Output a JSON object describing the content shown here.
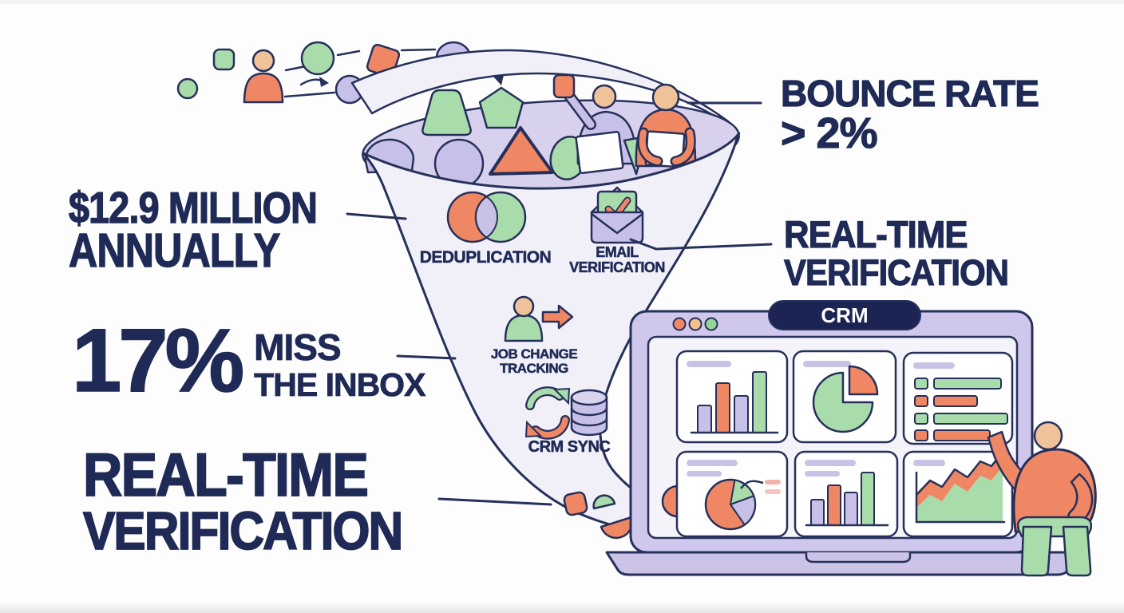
{
  "colors": {
    "navy": "#1f2a56",
    "orange": "#f08764",
    "green": "#a9dcab",
    "purple": "#c7c0e8",
    "tan": "#f0c29a",
    "funnel_fill": "#f1f0f9",
    "laptop_frame": "#cfc8ec",
    "badge_navy": "#1b2452"
  },
  "stats": {
    "annual_cost": {
      "line1": "$12.9 MILLION",
      "line2": "ANNUALLY"
    },
    "bounce_rate": {
      "line1": "BOUNCE RATE",
      "line2": "> 2%"
    },
    "miss_inbox": {
      "value": "17%",
      "line1": "MISS",
      "line2": "THE INBOX"
    },
    "realtime_left": {
      "line1": "REAL-TIME",
      "line2": "VERIFICATION"
    },
    "realtime_right": {
      "line1": "REAL-TIME",
      "line2": "VERIFICATION"
    }
  },
  "funnel": {
    "stages": [
      {
        "id": "deduplication",
        "label": "DEDUPLICATION",
        "icon": "venn-diagram-icon"
      },
      {
        "id": "email-verification",
        "label_line1": "EMAIL",
        "label_line2": "VERIFICATION",
        "icon": "envelope-check-icon"
      },
      {
        "id": "job-change-tracking",
        "label_line1": "JOB CHANGE",
        "label_line2": "TRACKING",
        "icon": "person-job-change-icon"
      },
      {
        "id": "crm-sync",
        "label": "CRM SYNC",
        "icon": "sync-arrows-database-icon"
      }
    ]
  },
  "laptop": {
    "badge": "CRM",
    "window_dots": [
      "orange",
      "tan",
      "green"
    ],
    "tiles": [
      {
        "type": "bar-chart"
      },
      {
        "type": "pie-chart"
      },
      {
        "type": "list"
      },
      {
        "type": "pie-chart-callout"
      },
      {
        "type": "bar-chart"
      },
      {
        "type": "area-chart"
      }
    ]
  }
}
